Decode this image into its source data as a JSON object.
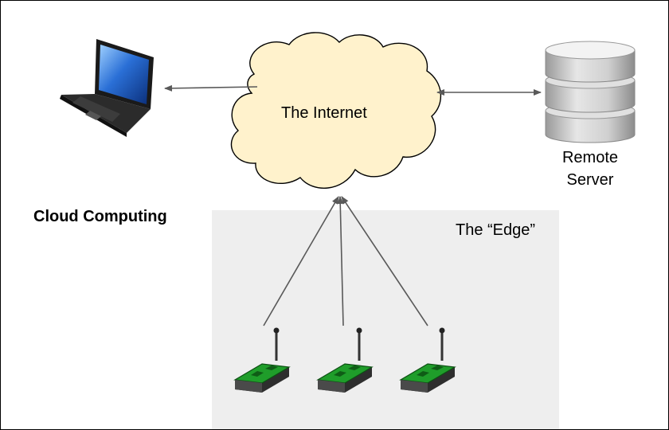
{
  "diagram": {
    "internet_label": "The Internet",
    "server_label_line1": "Remote",
    "server_label_line2": "Server",
    "edge_label": "The “Edge”",
    "section_label": "Cloud Computing"
  },
  "colors": {
    "cloud_fill": "#fff2cc",
    "edge_background": "#eeeeee",
    "sensor_board": "#1f9d2a",
    "arrow": "#595959"
  },
  "icons": {
    "client": "laptop-icon",
    "server": "database-server-icon",
    "network": "cloud-icon",
    "devices": "sensor-node-icon"
  }
}
